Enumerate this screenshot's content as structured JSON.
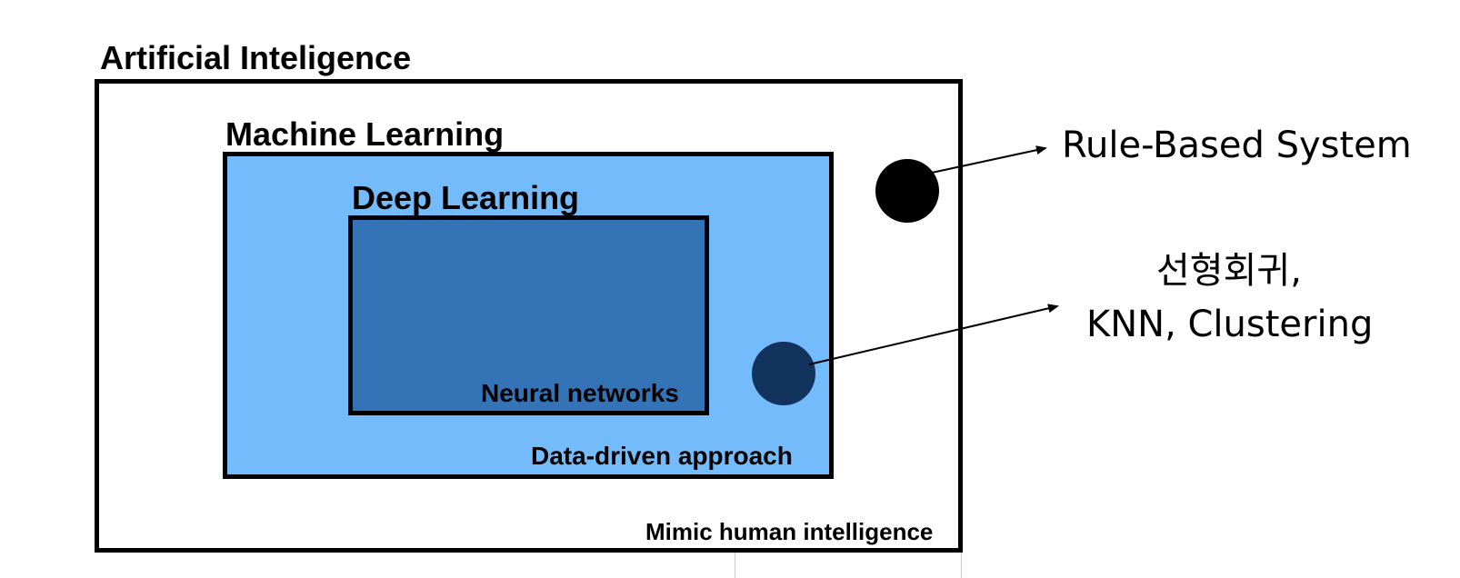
{
  "ai": {
    "title": "Artificial Inteligence",
    "caption": "Mimic human intelligence"
  },
  "ml": {
    "title": "Machine Learning",
    "caption": "Data-driven approach",
    "fill_color": "#74bbfb"
  },
  "dl": {
    "title": "Deep Learning",
    "caption": "Neural networks",
    "fill_color": "#3474b6"
  },
  "annotations": {
    "rule_based": "Rule-Based System",
    "classic_ml_line1": "선형회귀,",
    "classic_ml_line2": "KNN, Clustering"
  },
  "markers": {
    "rule_based_dot_color": "#000000",
    "classic_ml_dot_color": "#13335f"
  }
}
